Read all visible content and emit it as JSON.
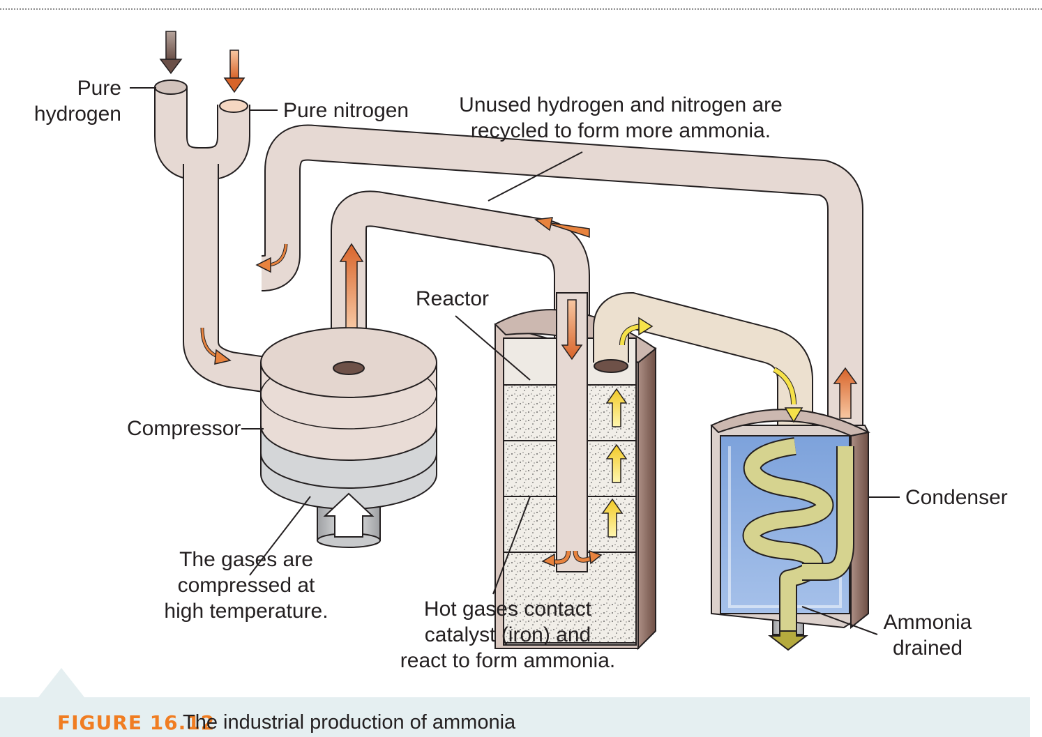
{
  "labels": {
    "pure_hydrogen": [
      "Pure",
      "hydrogen"
    ],
    "pure_nitrogen": "Pure nitrogen",
    "recycle_note": [
      "Unused hydrogen and nitrogen are",
      "recycled to form more ammonia."
    ],
    "reactor": "Reactor",
    "compressor": "Compressor",
    "compressed_note": [
      "The gases are",
      "compressed at",
      "high temperature."
    ],
    "hot_gases_note": [
      "Hot gases contact",
      "catalyst (iron) and",
      "react to form ammonia."
    ],
    "condenser": "Condenser",
    "ammonia_drained": [
      "Ammonia",
      "drained"
    ]
  },
  "caption": {
    "number": "FIGURE 16.12",
    "text": "The industrial production of ammonia"
  },
  "colors": {
    "pipe": "#e6d9d3",
    "pipe_outline": "#231f20",
    "flow_orange": "#e8833e",
    "flow_yellow": "#f6e24a",
    "condenser_water": "#7fa5de",
    "coil": "#d6d38f",
    "caption_orange": "#f07d22",
    "caption_bg": "#e5eff1"
  }
}
